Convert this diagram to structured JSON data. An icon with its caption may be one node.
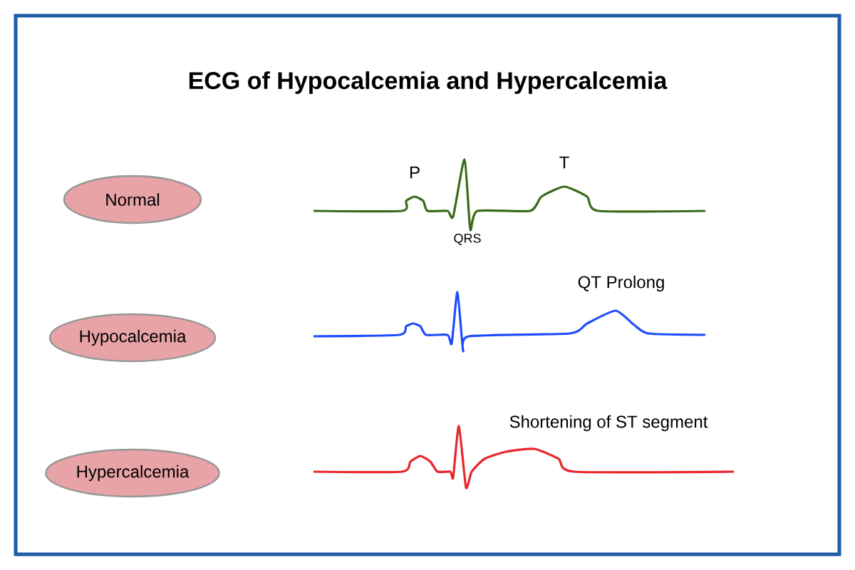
{
  "diagram": {
    "title": "ECG of Hypocalcemia and Hypercalcemia",
    "nodes": [
      {
        "text": [
          "Normal"
        ]
      },
      {
        "text": [
          "Hypocalcemia"
        ]
      },
      {
        "text": [
          "Hypercalcemia"
        ]
      }
    ],
    "labels": [
      "P",
      "T",
      "QRS",
      "QT Prolong",
      "Shortening of ST segment"
    ]
  }
}
